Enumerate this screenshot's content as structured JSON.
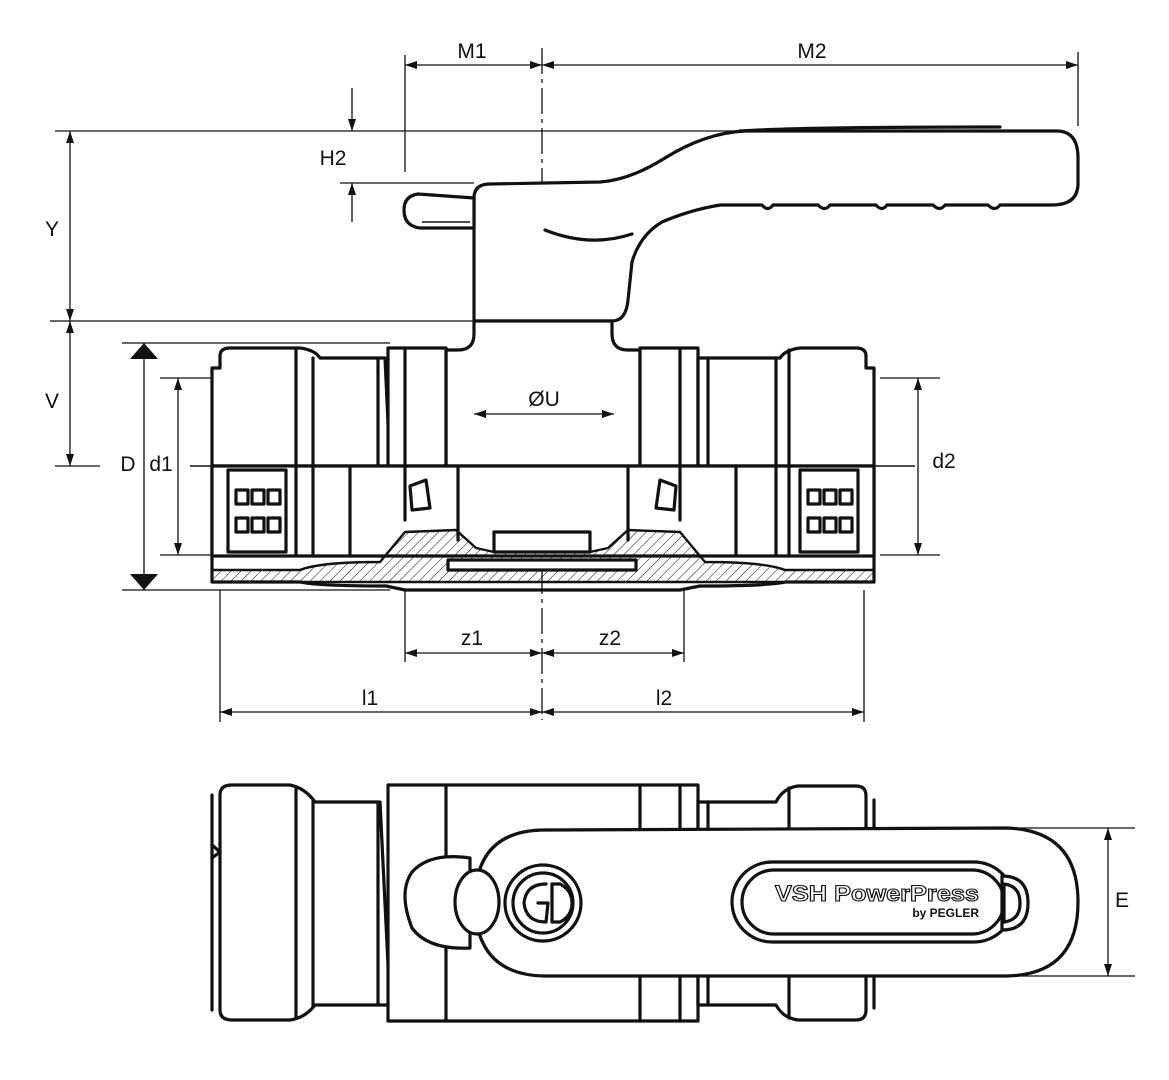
{
  "dimensions": {
    "M1": "M1",
    "M2": "M2",
    "H2": "H2",
    "Y": "Y",
    "V": "V",
    "D": "D",
    "d1": "d1",
    "d2": "d2",
    "U": "ØU",
    "z1": "z1",
    "z2": "z2",
    "l1": "l1",
    "l2": "l2",
    "E": "E"
  },
  "handle_plate": {
    "brand": "VSH PowerPress",
    "sub": "by PEGLER"
  },
  "logo": {
    "icon": "gd-logo-icon"
  }
}
